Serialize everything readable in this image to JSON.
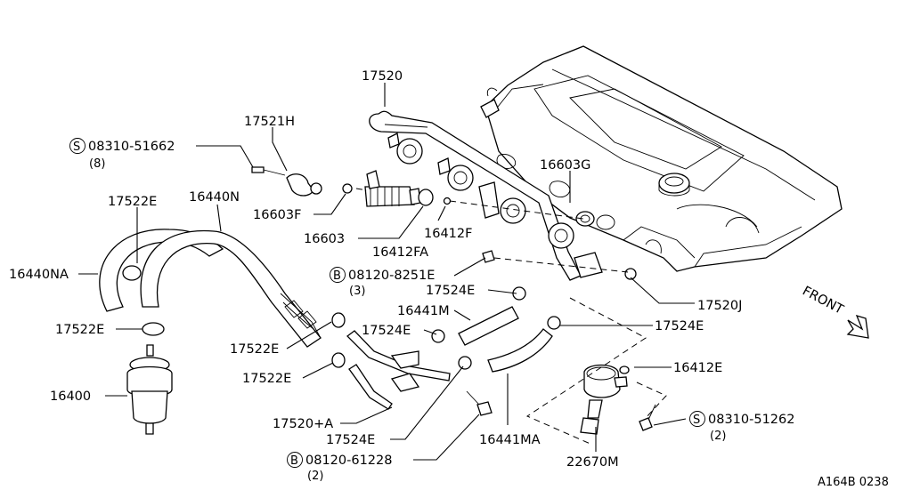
{
  "labels": {
    "p17520": "17520",
    "p17521H": "17521H",
    "s08310_51662": "08310-51662",
    "s08310_51662_qty": "(8)",
    "p17522E_top": "17522E",
    "p16440N": "16440N",
    "p16603F": "16603F",
    "p16603": "16603",
    "p16412FA": "16412FA",
    "p16412F": "16412F",
    "p16603G": "16603G",
    "p16440NA": "16440NA",
    "b08120_8251E": "08120-8251E",
    "b08120_8251E_qty": "(3)",
    "p17524E_a": "17524E",
    "p16441M": "16441M",
    "p17524E_b": "17524E",
    "p17524E_c": "17524E",
    "p17520J": "17520J",
    "p17522E_mid": "17522E",
    "p17522E_b1": "17522E",
    "p17522E_b2": "17522E",
    "p16400": "16400",
    "p16412E": "16412E",
    "p17520A": "17520+A",
    "s08310_51262": "08310-51262",
    "s08310_51262_qty": "(2)",
    "p17524E_d": "17524E",
    "p16441MA": "16441MA",
    "b08120_61228": "08120-61228",
    "b08120_61228_qty": "(2)",
    "p22670M": "22670M",
    "front": "FRONT",
    "code": "A164B 0238"
  },
  "markers": {
    "screw": "S",
    "bolt": "B"
  }
}
